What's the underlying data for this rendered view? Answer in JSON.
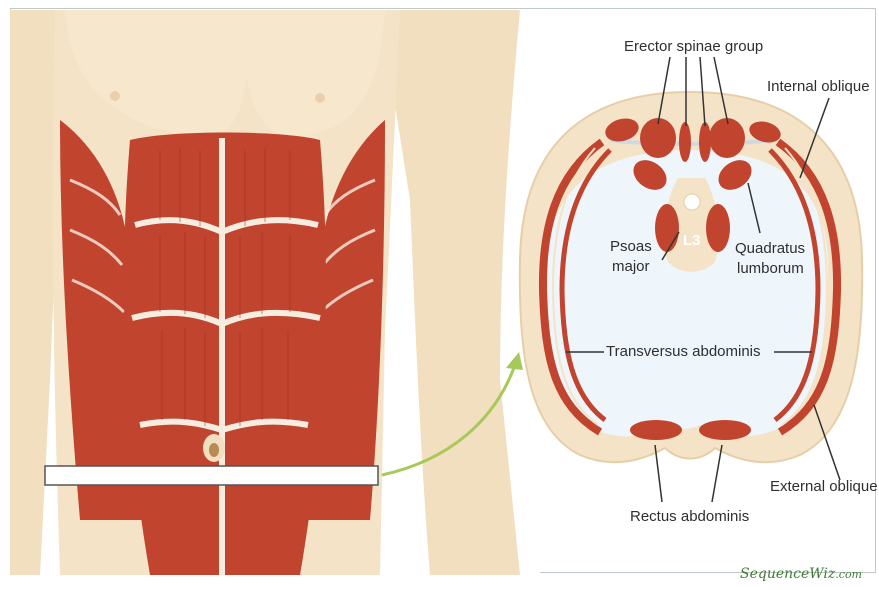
{
  "labels": {
    "erector_spinae": "Erector spinae group",
    "internal_oblique": "Internal oblique",
    "psoas_major_line1": "Psoas",
    "psoas_major_line2": "major",
    "vertebra": "L3",
    "quadratus_line1": "Quadratus",
    "quadratus_line2": "lumborum",
    "transversus": "Transversus abdominis",
    "external_oblique": "External oblique",
    "rectus": "Rectus abdominis"
  },
  "logo": {
    "text": "SequenceWiz",
    "domain": ".com"
  },
  "colors": {
    "muscle": "#c1442f",
    "muscle_dark": "#9c2f20",
    "skin": "#f4e3c6",
    "tendon": "#f7ece0",
    "arrow": "#a6c95a",
    "background": "#ffffff"
  }
}
